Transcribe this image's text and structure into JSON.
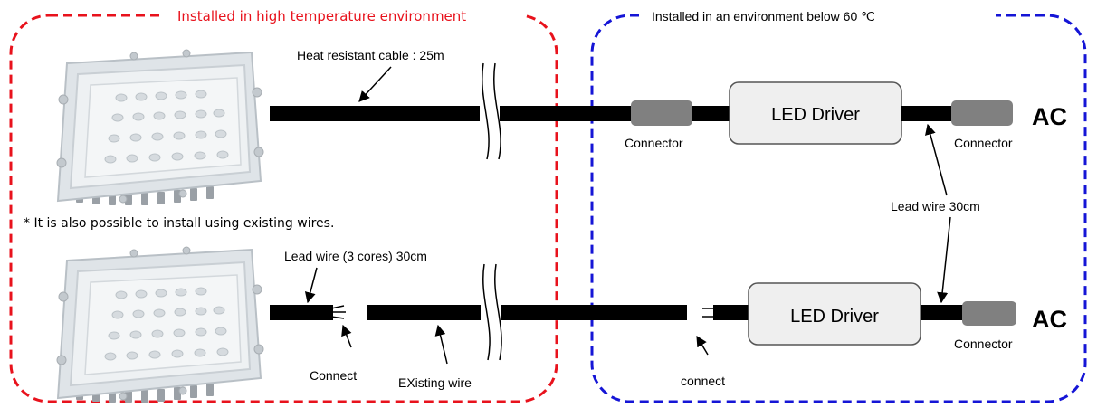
{
  "zones": {
    "high_temp": {
      "label": "Installed in high temperature environment",
      "color": "#e8121c"
    },
    "below_60": {
      "label": "Installed in an environment below 60 ℃",
      "color": "#1515d6"
    }
  },
  "top_row": {
    "cable_label": "Heat resistant cable : 25m",
    "connector_left": "Connector",
    "driver": "LED Driver",
    "connector_right": "Connector",
    "ac": "AC"
  },
  "shared": {
    "lead_wire": "Lead wire 30cm"
  },
  "note": "* It is also possible to install using existing wires.",
  "bottom_row": {
    "lead_label": "Lead wire (3 cores)  30cm",
    "connect_left": "Connect",
    "existing_wire": "EXisting wire",
    "connect_right": "connect",
    "driver": "LED Driver",
    "connector": "Connector",
    "ac": "AC"
  },
  "icons": [
    "led-floodlight-icon"
  ]
}
